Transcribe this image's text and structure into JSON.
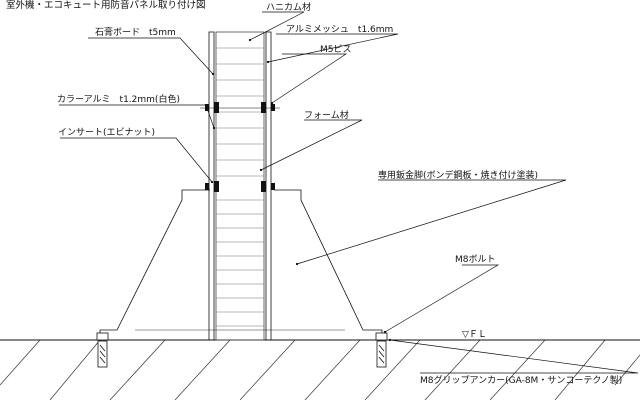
{
  "drawing": {
    "title": "室外機・エコキュート用防音パネル取り付け図",
    "labels": {
      "honeycomb": "ハニカム材",
      "gypsum": "石膏ボード　t5mm",
      "mesh": "アルミメッシュ　t1.6mm",
      "screw": "M5ビス",
      "color_alu": "カラーアルミ　t1.2mm(白色)",
      "insert": "インサート(エビナット)",
      "foam": "フォーム材",
      "leg": "専用鈑金脚(ボンデ鋼板・焼き付け塗装)",
      "bolt": "M8ボルト",
      "floor": "▽ＦＬ",
      "anchor": "M8グリップアンカー(GA-8M・サンコーテクノ製)"
    }
  }
}
